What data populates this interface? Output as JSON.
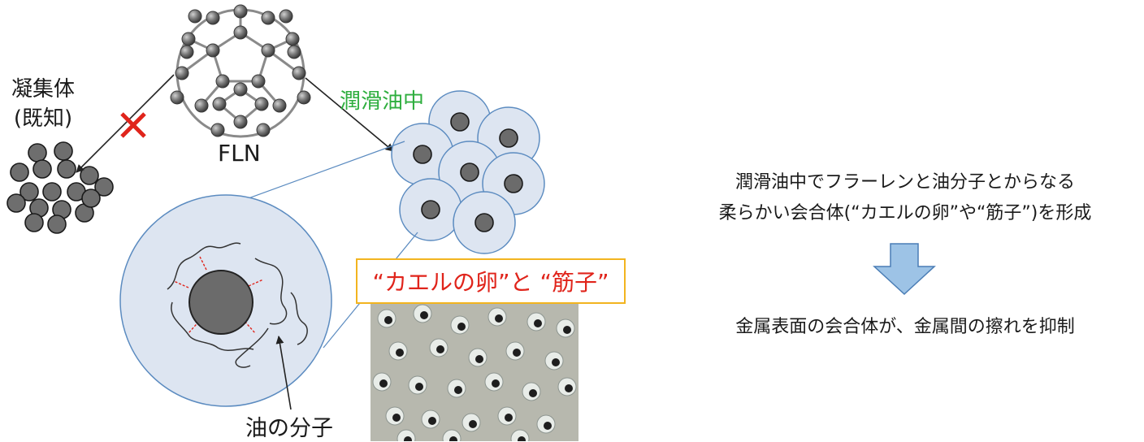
{
  "left": {
    "aggregate_label_line1": "凝集体",
    "aggregate_label_line2": "(既知)",
    "fln_label": "FLN",
    "oil_label": "潤滑油中",
    "oil_color": "#2eae3e",
    "molecule_label": "油の分子",
    "callout_text": "“カエルの卵”と “筋子”",
    "callout_color": "#e0241b",
    "callout_border": "#f2b41f",
    "forbidden_icon": "cross-icon"
  },
  "right": {
    "line1": "潤滑油中でフラーレンと油分子とからなる",
    "line2": "柔らかい会合体(“カエルの卵”や“筋子”)を形成",
    "line3": "金属表面の会合体が、金属間の擦れを抑制",
    "arrow_icon": "down-arrow-icon",
    "arrow_color": "#9dc3e6"
  }
}
